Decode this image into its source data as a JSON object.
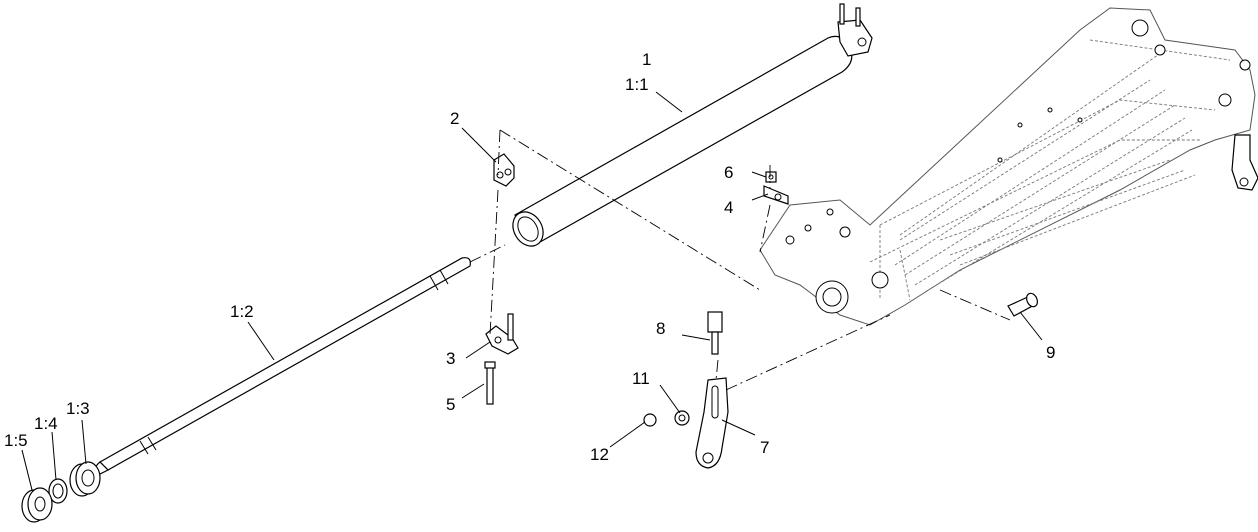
{
  "callouts": {
    "c1": "1",
    "c1_1": "1:1",
    "c1_2": "1:2",
    "c1_3": "1:3",
    "c1_4": "1:4",
    "c1_5": "1:5",
    "c2": "2",
    "c3": "3",
    "c4": "4",
    "c5": "5",
    "c6": "6",
    "c7": "7",
    "c8": "8",
    "c9": "9",
    "c11": "11",
    "c12": "12"
  }
}
